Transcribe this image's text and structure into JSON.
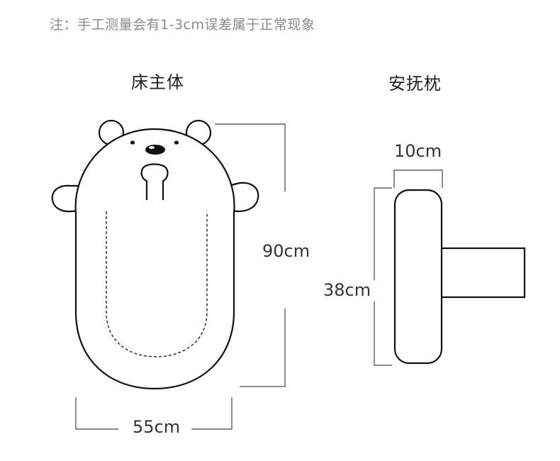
{
  "note": "注：手工测量会有1-3cm误差属于正常现象",
  "bed": {
    "title": "床主体",
    "width_label": "55cm",
    "length_label": "90cm"
  },
  "pillow": {
    "title": "安抚枕",
    "width_label": "10cm",
    "length_label": "38cm"
  },
  "colors": {
    "outline": "#111111",
    "dimension_line": "#444444",
    "note_text": "#8a8a8a"
  }
}
